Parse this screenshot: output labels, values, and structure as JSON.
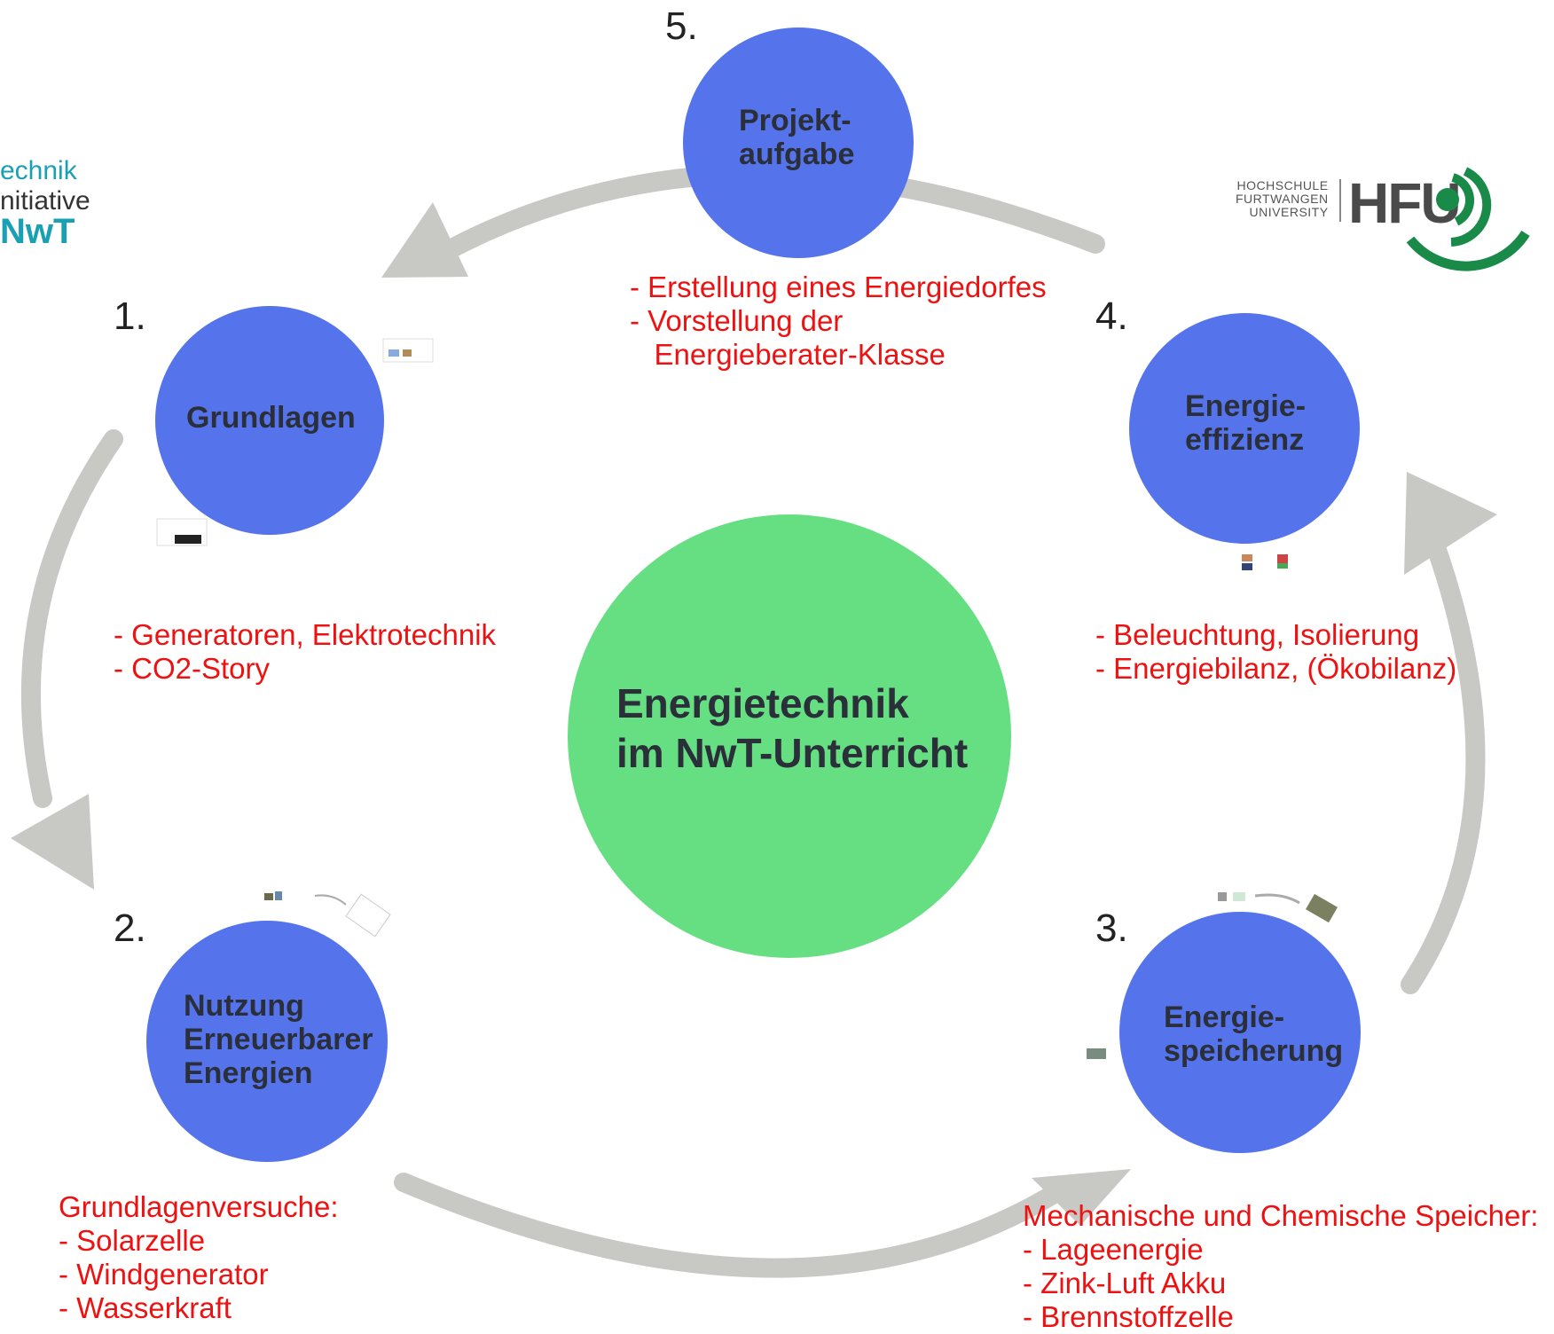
{
  "center": {
    "title_line1": "Energietechnik",
    "title_line2": "im NwT-Unterricht",
    "color": "#66df83"
  },
  "node_color": "#5574ec",
  "arrow_color": "#c8c8c4",
  "text_color": "#ee1111",
  "steps": [
    {
      "number": "1.",
      "label": "Grundlagen",
      "bullets": [
        "- Generatoren, Elektrotechnik",
        "- CO2-Story"
      ]
    },
    {
      "number": "2.",
      "label": "Nutzung\nErneuerbarer\nEnergien",
      "bullets": [
        "Grundlagenversuche:",
        "- Solarzelle",
        "- Windgenerator",
        "- Wasserkraft"
      ]
    },
    {
      "number": "3.",
      "label": "Energie-\nspeicherung",
      "bullets": [
        "Mechanische und Chemische Speicher:",
        "- Lageenergie",
        "- Zink-Luft Akku",
        "- Brennstoffzelle"
      ]
    },
    {
      "number": "4.",
      "label": "Energie-\neffizienz",
      "bullets": [
        "- Beleuchtung, Isolierung",
        "- Energiebilanz, (Ökobilanz)"
      ]
    },
    {
      "number": "5.",
      "label": "Projekt-\naufgabe",
      "bullets": [
        "- Erstellung eines Energiedorfes",
        "- Vorstellung der",
        "   Energieberater-Klasse"
      ]
    }
  ],
  "logos": {
    "left_line1": "echnik",
    "left_line2": "nitiative",
    "left_line3": "NwT",
    "hfu_line1": "HOCHSCHULE",
    "hfu_line2": "FURTWANGEN",
    "hfu_line3": "UNIVERSITY",
    "hfu_mark": "HFU"
  }
}
